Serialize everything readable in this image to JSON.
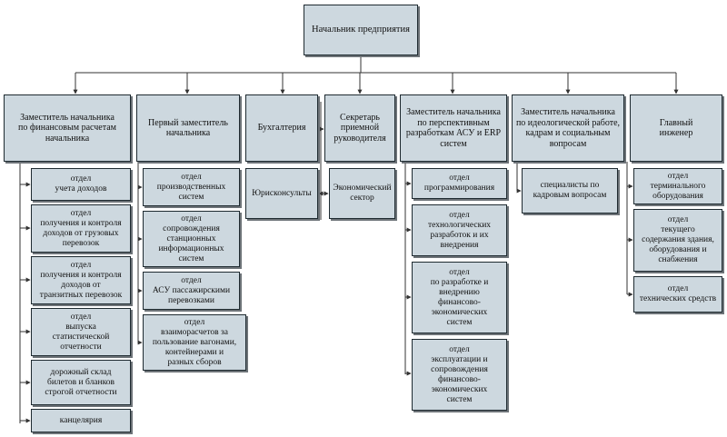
{
  "diagram": {
    "director": "Начальник предприятия",
    "columns": [
      {
        "id": "fin",
        "title": "Заместитель начальника\nпо финансовым расчетам\nначальника",
        "units": [
          "отдел\nучета доходов",
          "отдел\nполучения и контроля\nдоходов от грузовых\nперевозок",
          "отдел\nполучения и контроля\nдоходов от\nтранзитных перевозок",
          "отдел\nвыпуска\nстатистической\nотчетности",
          "дорожный склад\nбилетов и бланков\nстрогой отчетности",
          "канцелярия"
        ]
      },
      {
        "id": "first",
        "title": "Первый заместитель\nначальника",
        "units": [
          "отдел\nпроизводственных\nсистем",
          "отдел\nсопровождения\nстанционных\nинформационных\nсистем",
          "отдел\nАСУ пассажирскими\nперевозками",
          "отдел\nвзаиморасчетов за\nпользование вагонами,\nконтейнерами и\nразных сборов"
        ]
      },
      {
        "id": "acc",
        "title": "Бухгалтерия",
        "units": [
          "Юрисконсульты"
        ]
      },
      {
        "id": "sec",
        "title": "Секретарь\nприемной\nруководителя",
        "units": [
          "Экономический\nсектор"
        ]
      },
      {
        "id": "asu",
        "title": "Заместитель начальника\nпо перспективным\nразработкам АСУ и ERP\nсистем",
        "units": [
          "отдел\nпрограммирования",
          "отдел\nтехнологических\nразработок и их\nвнедрения",
          "отдел\nпо разработке и\nвнедрению\nфинансово-\nэкономических\nсистем",
          "отдел\nэксплуатации и\nсопровождения\nфинансово-\nэкономических\nсистем"
        ]
      },
      {
        "id": "hr",
        "title": "Заместитель начальника\nпо идеологической работе,\nкадрам и социальным\nвопросам",
        "units": [
          "специалисты по\nкадровым вопросам"
        ]
      },
      {
        "id": "eng",
        "title": "Главный\nинженер",
        "units": [
          "отдел\nтерминального\nоборудования",
          "отдел\nтекущего\nсодержания здания,\nоборудования и\nснабжения",
          "отдел\nтехнических средств"
        ]
      }
    ]
  }
}
